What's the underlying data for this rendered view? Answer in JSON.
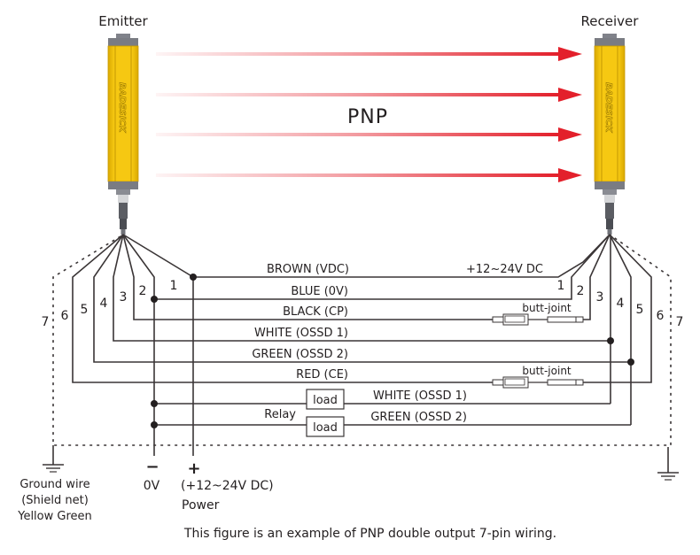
{
  "title": "PNP",
  "emitter_label": "Emitter",
  "receiver_label": "Receiver",
  "brand_text": "BADESICK",
  "colors": {
    "bar_yellow": "#f3c30c",
    "cap_gray": "#7a7c83",
    "beam_red": "#e3202b",
    "wire": "#3a3536"
  },
  "beam_count": 4,
  "wires": [
    {
      "pin": "1",
      "label": "BROWN (VDC)"
    },
    {
      "pin": "2",
      "label": "BLUE (0V)"
    },
    {
      "pin": "3",
      "label": "BLACK (CP)"
    },
    {
      "pin": "4",
      "label": "WHITE (OSSD 1)"
    },
    {
      "pin": "5",
      "label": "GREEN (OSSD 2)"
    },
    {
      "pin": "6",
      "label": "RED (CE)"
    },
    {
      "pin": "7",
      "label": ""
    }
  ],
  "supply_note": "+12~24V DC",
  "butt_joint_label": "butt-joint",
  "relay": {
    "label": "Relay",
    "load_label": "load",
    "outputs": [
      "WHITE (OSSD 1)",
      "GREEN (OSSD 2)"
    ]
  },
  "terminals": {
    "minus_sign": "−",
    "plus_sign": "+",
    "zero_v": "0V",
    "supply": "(+12~24V DC)",
    "power": "Power"
  },
  "ground": {
    "line1": "Ground wire",
    "line2": "(Shield net)",
    "line3": "Yellow Green"
  },
  "caption": "This figure is an example of PNP double output 7-pin wiring."
}
